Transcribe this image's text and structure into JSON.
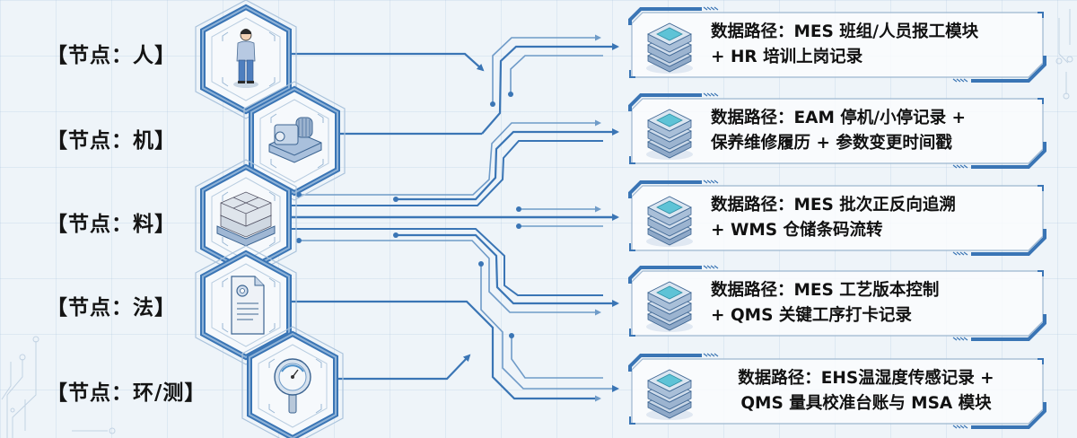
{
  "colors": {
    "background": "#eef4f9",
    "accent": "#3a75b5",
    "accent_dark": "#2a5f9e",
    "line_light": "#6f9bc8",
    "text": "#111111"
  },
  "nodes": [
    {
      "id": "people",
      "label": "【节点：人】",
      "icon": "person-icon"
    },
    {
      "id": "machine",
      "label": "【节点：机】",
      "icon": "motor-icon"
    },
    {
      "id": "material",
      "label": "【节点：料】",
      "icon": "pallet-boxes-icon"
    },
    {
      "id": "method",
      "label": "【节点：法】",
      "icon": "document-icon"
    },
    {
      "id": "environment",
      "label": "【节点：环/测】",
      "icon": "pressure-gauge-icon"
    }
  ],
  "data_paths": [
    {
      "line1": "数据路径：MES 班组/人员报工模块",
      "line2": "+ HR 培训上岗记录",
      "icon": "server-stack-icon"
    },
    {
      "line1": "数据路径：EAM 停机/小停记录 +",
      "line2": "保养维修履历 + 参数变更时间戳",
      "icon": "server-stack-icon"
    },
    {
      "line1": "数据路径：MES 批次正反向追溯",
      "line2": "+ WMS 仓储条码流转",
      "icon": "server-stack-icon"
    },
    {
      "line1": "数据路径：MES 工艺版本控制",
      "line2": "+ QMS 关键工序打卡记录",
      "icon": "server-stack-icon"
    },
    {
      "line1": "数据路径：EHS温湿度传感记录 +",
      "line2": "QMS 量具校准台账与 MSA 模块",
      "icon": "server-stack-icon"
    }
  ]
}
